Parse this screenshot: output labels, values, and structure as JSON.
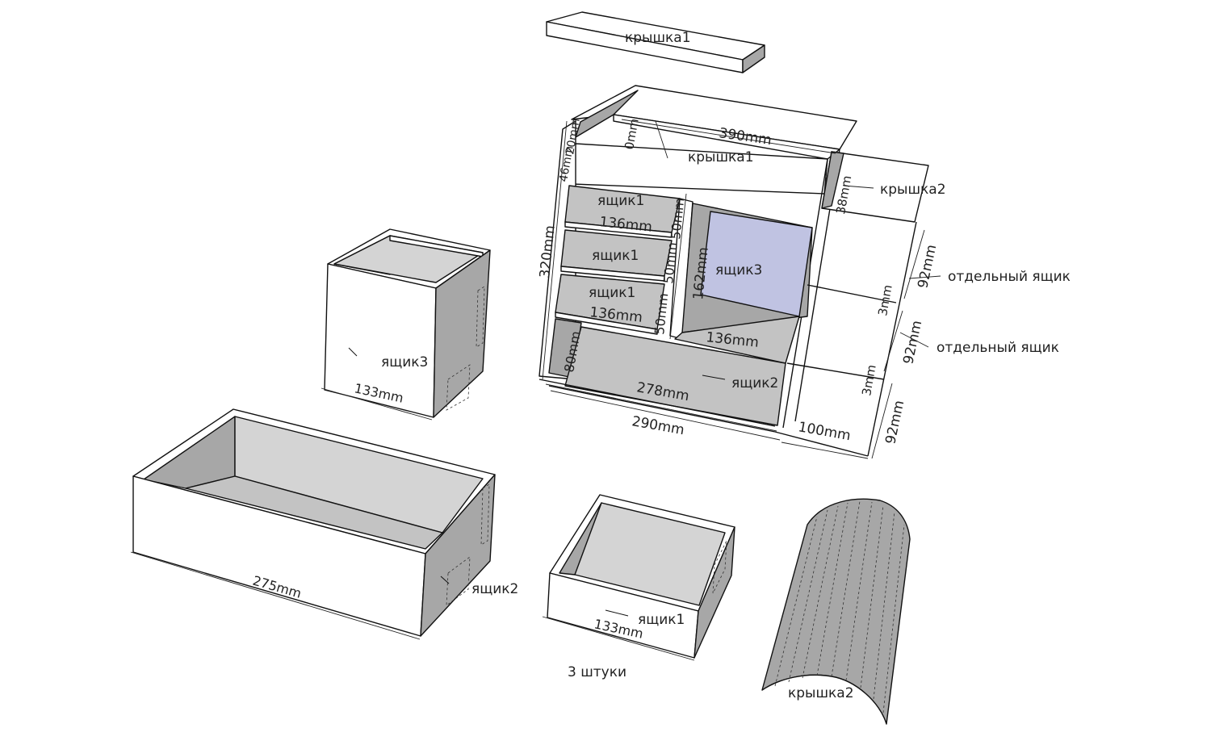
{
  "colors": {
    "white_face": "#ffffff",
    "light_face": "#d4d4d4",
    "dark_face": "#a7a7a7",
    "mid_face": "#c3c3c3",
    "blue_face": "#c0c3e2",
    "line": "#111111"
  },
  "labels": {
    "kryshka1_top": "крышка1",
    "kryshka1_inner": "крышка1",
    "kryshka2_right": "крышка2",
    "kryshka2_bottom": "крышка2",
    "yashchik1_a": "ящик1",
    "yashchik1_b": "ящик1",
    "yashchik1_c": "ящик1",
    "yashchik1_small": "ящик1",
    "yashchik2_main": "ящик2",
    "yashchik2_long": "ящик2",
    "yashchik3_main": "ящик3",
    "yashchik3_tall": "ящик3",
    "separate_box_1": "отдельный ящик",
    "separate_box_2": "отдельный ящик",
    "three_pieces": "3 штуки"
  },
  "dims": {
    "d390": "390mm",
    "d320": "320mm",
    "d290": "290mm",
    "d278": "278mm",
    "d136_a": "136mm",
    "d136_b": "136mm",
    "d136_c": "136mm",
    "d162": "162mm",
    "d50_a": "50mm",
    "d50_b": "50mm",
    "d50_c": "50mm",
    "d80": "80mm",
    "d100": "100mm",
    "d92_a": "92mm",
    "d92_b": "92mm",
    "d92_c": "92mm",
    "d3_a": "3mm",
    "d3_b": "3mm",
    "d38": "38mm",
    "d46": "46mm",
    "d20": "20mm",
    "d0": "0mm",
    "d133_a": "133mm",
    "d133_b": "133mm",
    "d275": "275mm"
  }
}
